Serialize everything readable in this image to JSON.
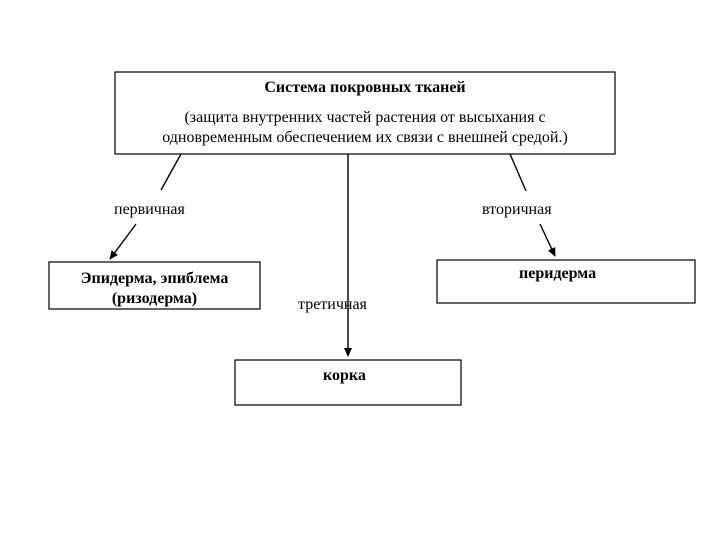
{
  "diagram": {
    "root": {
      "title": "Система покровных тканей",
      "subtitle_line1": "(защита внутренних частей растения от высыхания с",
      "subtitle_line2": "одновременным обеспечением их связи с внешней средой.)"
    },
    "branches": {
      "primary_label": "первичная",
      "secondary_label": "вторичная",
      "tertiary_label": "третичная"
    },
    "boxes": {
      "epidermis_line1": "Эпидерма, эпиблема",
      "epidermis_line2": "(ризодерма)",
      "periderm": "перидерма",
      "cork": "корка"
    },
    "colors": {
      "stroke": "#000000",
      "text": "#000000",
      "background": "#ffffff"
    }
  }
}
